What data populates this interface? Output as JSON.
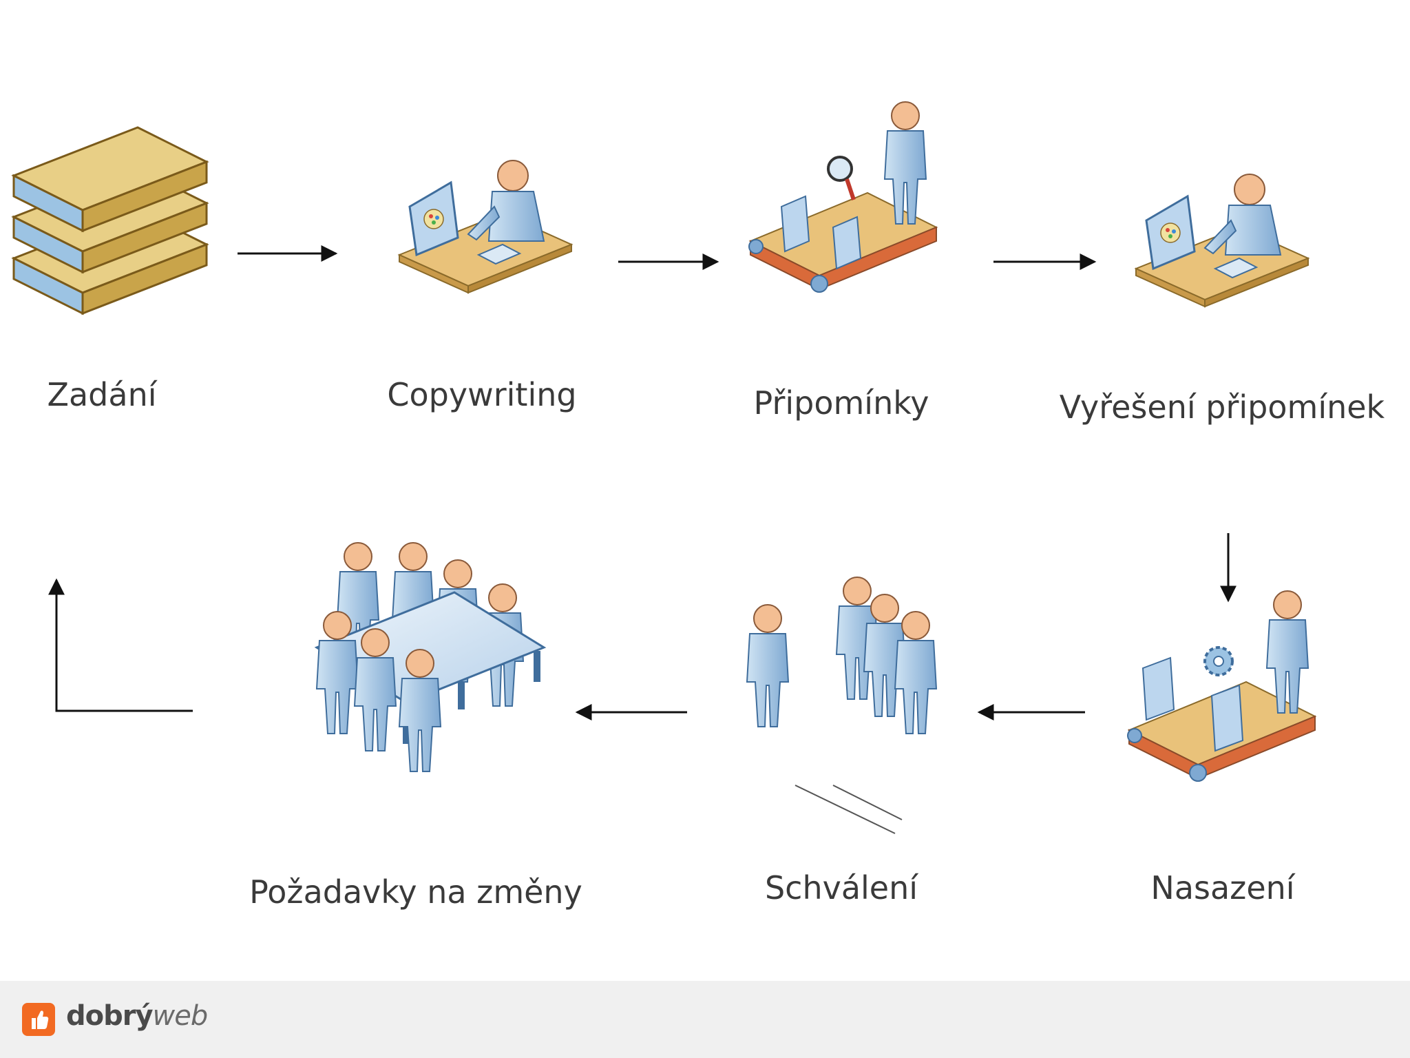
{
  "steps": [
    {
      "id": "zadani",
      "label": "Zadání",
      "icon": "books-stack-icon"
    },
    {
      "id": "copywriting",
      "label": "Copywriting",
      "icon": "person-at-computer-icon"
    },
    {
      "id": "pripominky",
      "label": "Připomínky",
      "icon": "inspector-conveyor-icon"
    },
    {
      "id": "vyreseni",
      "label": "Vyřešení připomínek",
      "icon": "person-at-computer-icon"
    },
    {
      "id": "nasazeni",
      "label": "Nasazení",
      "icon": "worker-conveyor-gear-icon"
    },
    {
      "id": "schvaleni",
      "label": "Schválení",
      "icon": "group-of-people-icon"
    },
    {
      "id": "pozadavky",
      "label": "Požadavky na změny",
      "icon": "meeting-table-icon"
    }
  ],
  "footer": {
    "brand_bold": "dobrý",
    "brand_light": "web"
  },
  "colors": {
    "person": "#a9cbe6",
    "person_dark": "#5f8fbf",
    "head": "#f3be93",
    "desk": "#e9c27a",
    "books": "#e8cf86",
    "books_side": "#9cc3e3",
    "belt": "#d96a3a",
    "brand_orange": "#f26a22"
  }
}
